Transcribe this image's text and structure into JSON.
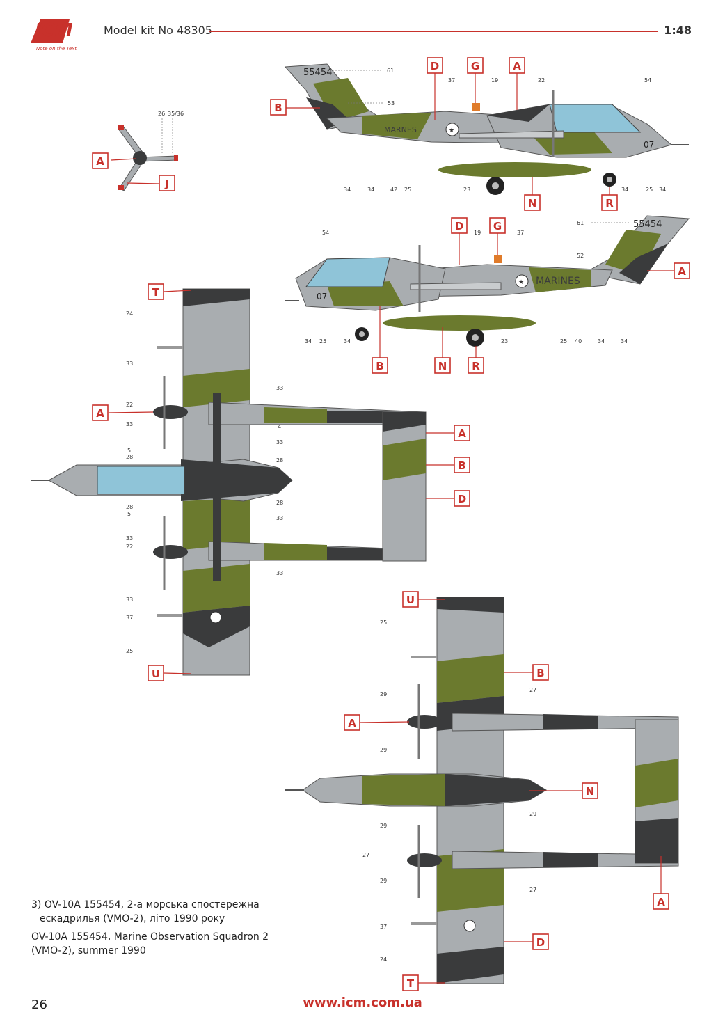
{
  "header": {
    "logo_text": "ICM",
    "logo_tagline": "Note on the Text",
    "model_kit": "Model kit No 48305",
    "scale": "1:48"
  },
  "caption": {
    "ua_line1": "3) OV-10A 155454, 2-а морська спостережна",
    "ua_line2": "ескадрилья (VMO-2), літо 1990 року",
    "en_line1": "OV-10A 155454, Marine Observation Squadron 2",
    "en_line2": "(VMO-2), summer 1990"
  },
  "footer": {
    "page_number": "26",
    "url": "www.icm.com.ua"
  },
  "aircraft_markings": {
    "serial": "55454",
    "marines": "MARINES",
    "code": "07",
    "marines_small": "MARNES"
  },
  "markers": {
    "A": "A",
    "B": "B",
    "D": "D",
    "G": "G",
    "J": "J",
    "N": "N",
    "R": "R",
    "T": "T",
    "U": "U"
  },
  "refs": {
    "r4": "4",
    "r5": "5",
    "r19": "19",
    "r22": "22",
    "r23": "23",
    "r24": "24",
    "r25": "25",
    "r26": "26",
    "r27": "27",
    "r28": "28",
    "r29": "29",
    "r33": "33",
    "r34": "34",
    "r3536": "35/36",
    "r37": "37",
    "r40": "40",
    "r42": "42",
    "r52": "52",
    "r53": "53",
    "r54": "54",
    "r61": "61"
  },
  "colors": {
    "accent_red": "#c8312b",
    "gray": "#a9adb0",
    "green": "#6b7a2e",
    "dark": "#3a3b3c",
    "canopy": "#8fc4d8"
  }
}
